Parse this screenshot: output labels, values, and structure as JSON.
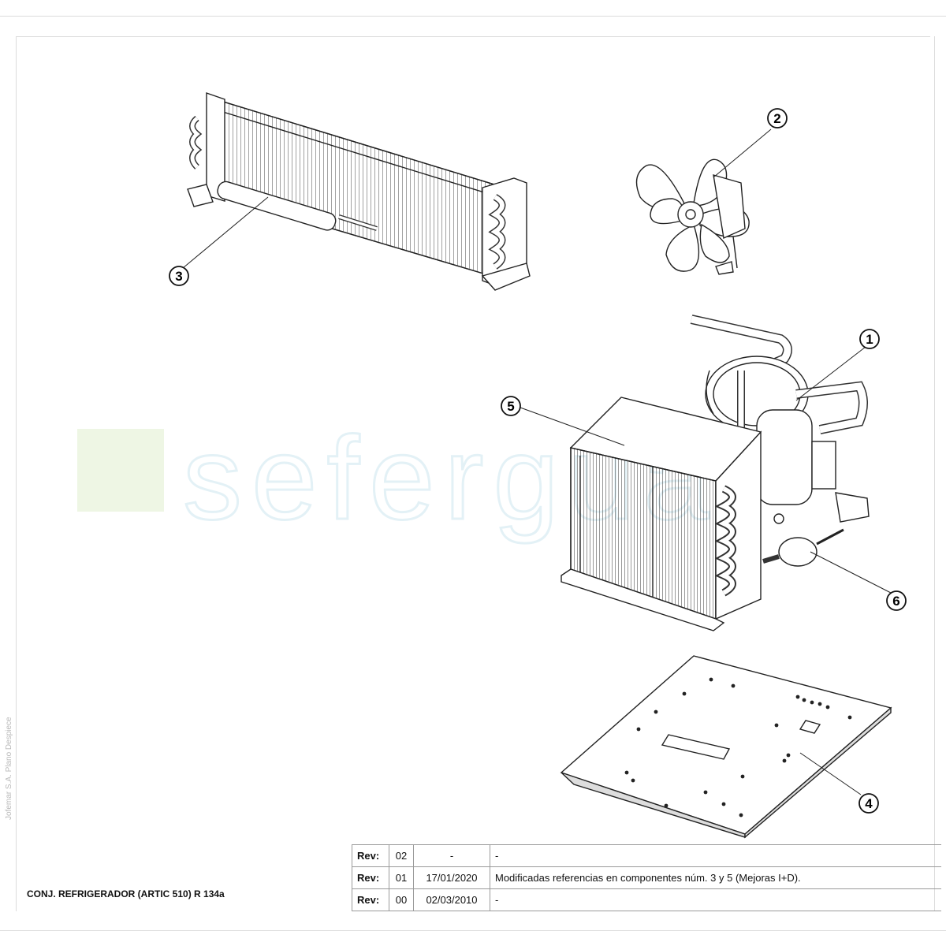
{
  "watermark": {
    "text": "seferguar",
    "color": "#e3f1f6"
  },
  "side_label": "Jofemar S.A. Plano Despiece",
  "title": "CONJ. REFRIGERADOR (ARTIC 510) R 134a",
  "callouts": [
    "1",
    "2",
    "3",
    "4",
    "5",
    "6"
  ],
  "revisions": [
    {
      "label": "Rev:",
      "num": "02",
      "date": "-",
      "desc": "-"
    },
    {
      "label": "Rev:",
      "num": "01",
      "date": "17/01/2020",
      "desc": "Modificadas referencias en componentes núm. 3 y 5 (Mejoras I+D)."
    },
    {
      "label": "Rev:",
      "num": "00",
      "date": "02/03/2010",
      "desc": "-"
    }
  ]
}
